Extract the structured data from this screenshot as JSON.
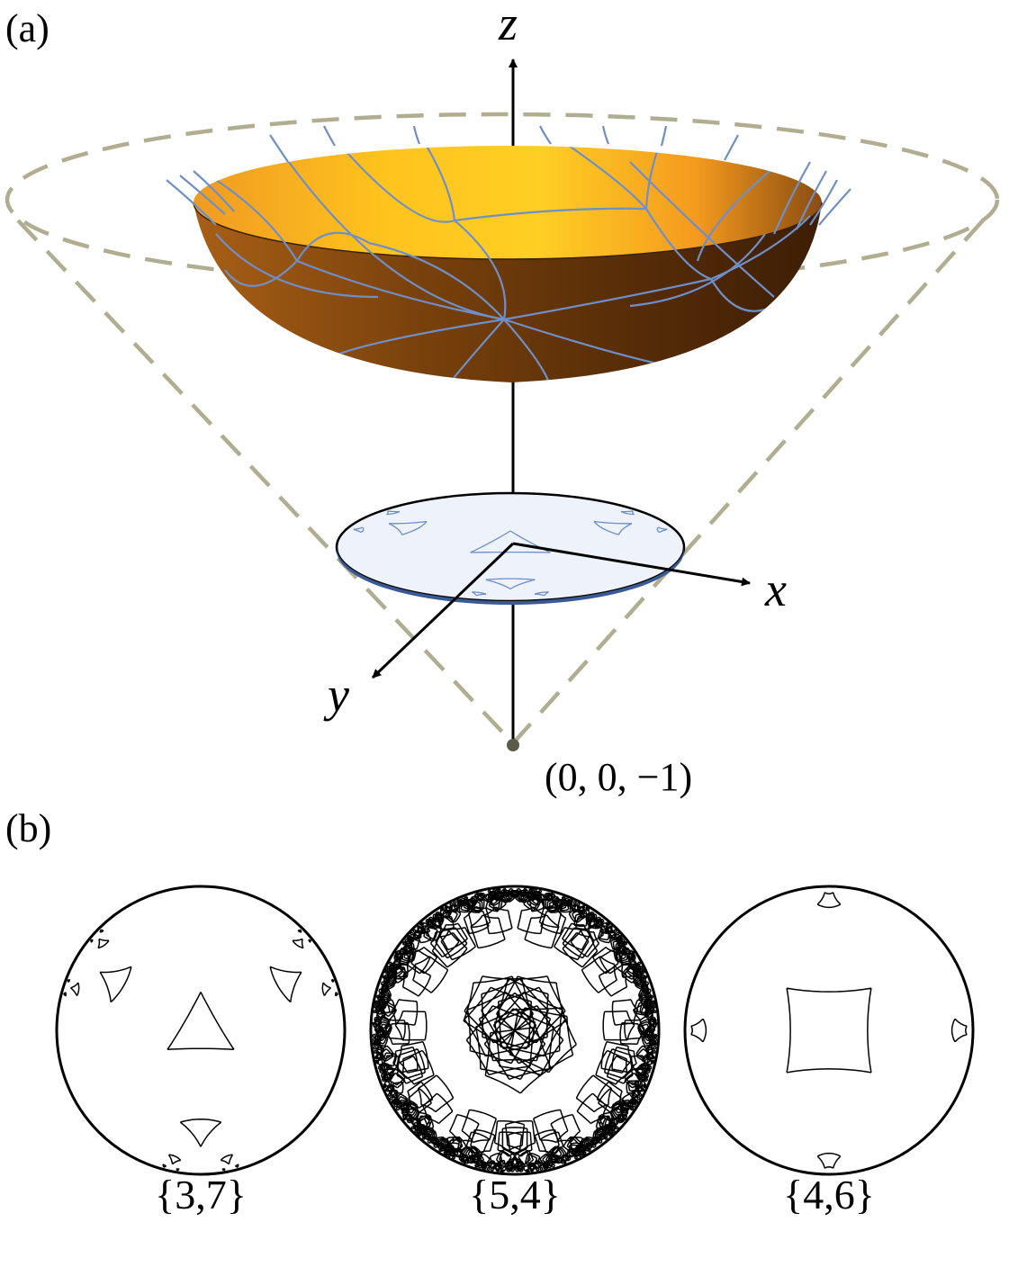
{
  "panel_a": {
    "label": "(a)",
    "axes": {
      "z": "z",
      "x": "x",
      "y": "y"
    },
    "point_label": "(0, 0, −1)"
  },
  "panel_b": {
    "label": "(b)",
    "tilings": [
      {
        "label": "{3,7}",
        "p": 3,
        "q": 7
      },
      {
        "label": "{5,4}",
        "p": 5,
        "q": 4
      },
      {
        "label": "{4,6}",
        "p": 4,
        "q": 6
      }
    ]
  },
  "colors": {
    "hyperboloid_light": "#ffc51c",
    "hyperboloid_dark": "#6b3608",
    "geodesic": "#6f8fc6",
    "cone": "#b0ad90",
    "axis": "#000000",
    "point": "#5c5a48"
  }
}
